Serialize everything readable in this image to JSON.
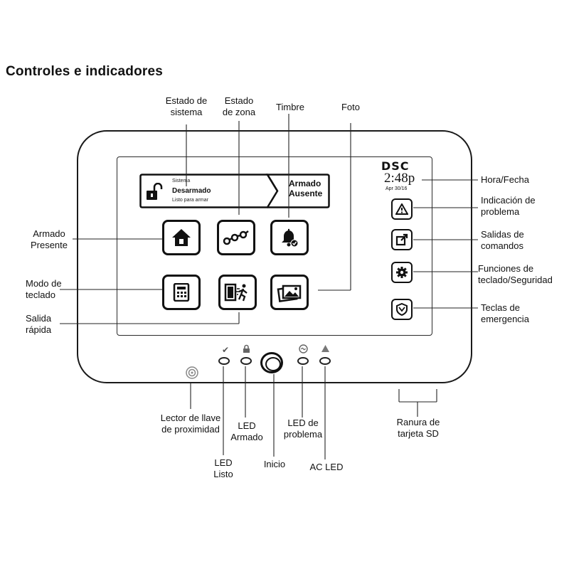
{
  "title": "Controles e indicadores",
  "screen": {
    "status_small_top": "Sistema",
    "status_main": "Desarmado",
    "status_small_bottom": "Listo para armar",
    "arm_mode_line1": "Armado",
    "arm_mode_line2": "Ausente",
    "brand": "DSC",
    "time": "2:48p",
    "date": "Apr 30/16"
  },
  "labels": {
    "estado_sistema_1": "Estado de",
    "estado_sistema_2": "sistema",
    "estado_zona_1": "Estado",
    "estado_zona_2": "de zona",
    "timbre": "Timbre",
    "foto": "Foto",
    "hora_fecha": "Hora/Fecha",
    "indicacion_1": "Indicación de",
    "indicacion_2": "problema",
    "salidas_1": "Salidas de",
    "salidas_2": "comandos",
    "funciones_1": "Funciones de",
    "funciones_2": "teclado/Seguridad",
    "teclas_1": "Teclas de",
    "teclas_2": "emergencia",
    "armado_presente_1": "Armado",
    "armado_presente_2": "Presente",
    "modo_teclado_1": "Modo de",
    "modo_teclado_2": "teclado",
    "salida_rapida_1": "Salida",
    "salida_rapida_2": "rápida",
    "lector_1": "Lector de llave",
    "lector_2": "de proximidad",
    "led_armado_1": "LED",
    "led_armado_2": "Armado",
    "led_problema_1": "LED de",
    "led_problema_2": "problema",
    "ranura_1": "Ranura de",
    "ranura_2": "tarjeta SD",
    "led_listo_1": "LED",
    "led_listo_2": "Listo",
    "inicio": "Inicio",
    "ac_led": "AC LED"
  },
  "icons": {
    "side": [
      "warning-icon",
      "command-output-icon",
      "gear-icon",
      "shield-icon"
    ]
  }
}
